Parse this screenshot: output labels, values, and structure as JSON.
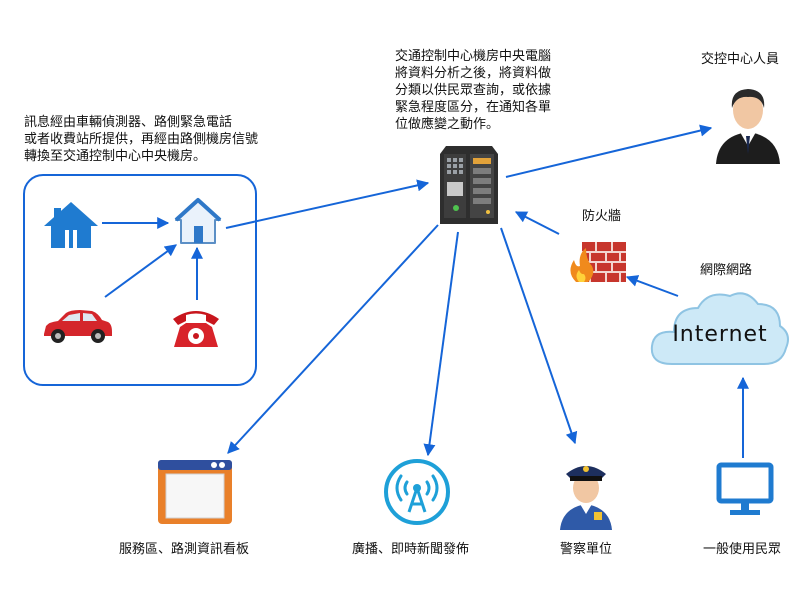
{
  "notes": {
    "source_info": "訊息經由車輛偵測器、路側緊急電話\n或者收費站所提供，再經由路側機房信號\n轉換至交通控制中心中央機房。",
    "center_info": "交通控制中心機房中央電腦\n將資料分析之後，將資料做\n分類以供民眾查詢，或依據\n緊急程度區分，在通知各單\n位做應變之動作。"
  },
  "labels": {
    "staff": "交控中心人員",
    "firewall": "防火牆",
    "internet_caption": "網際網路",
    "internet_cloud": "Internet",
    "service_board": "服務區、路測資訊看板",
    "broadcast": "廣播、即時新聞發佈",
    "police": "警察單位",
    "public": "一般使用民眾"
  },
  "icons": {
    "detector": "house-icon",
    "roadside_room": "home-icon",
    "car": "car-icon",
    "phone": "telephone-icon",
    "server": "server-icon",
    "staff": "businessman-avatar-icon",
    "firewall": "firewall-icon",
    "internet": "cloud-icon",
    "board": "window-icon",
    "broadcast": "broadcast-icon",
    "police": "police-officer-icon",
    "public": "monitor-icon"
  },
  "colors": {
    "arrow": "#1565d8",
    "box_border": "#1565d8",
    "cloud": "#cde9f7"
  }
}
